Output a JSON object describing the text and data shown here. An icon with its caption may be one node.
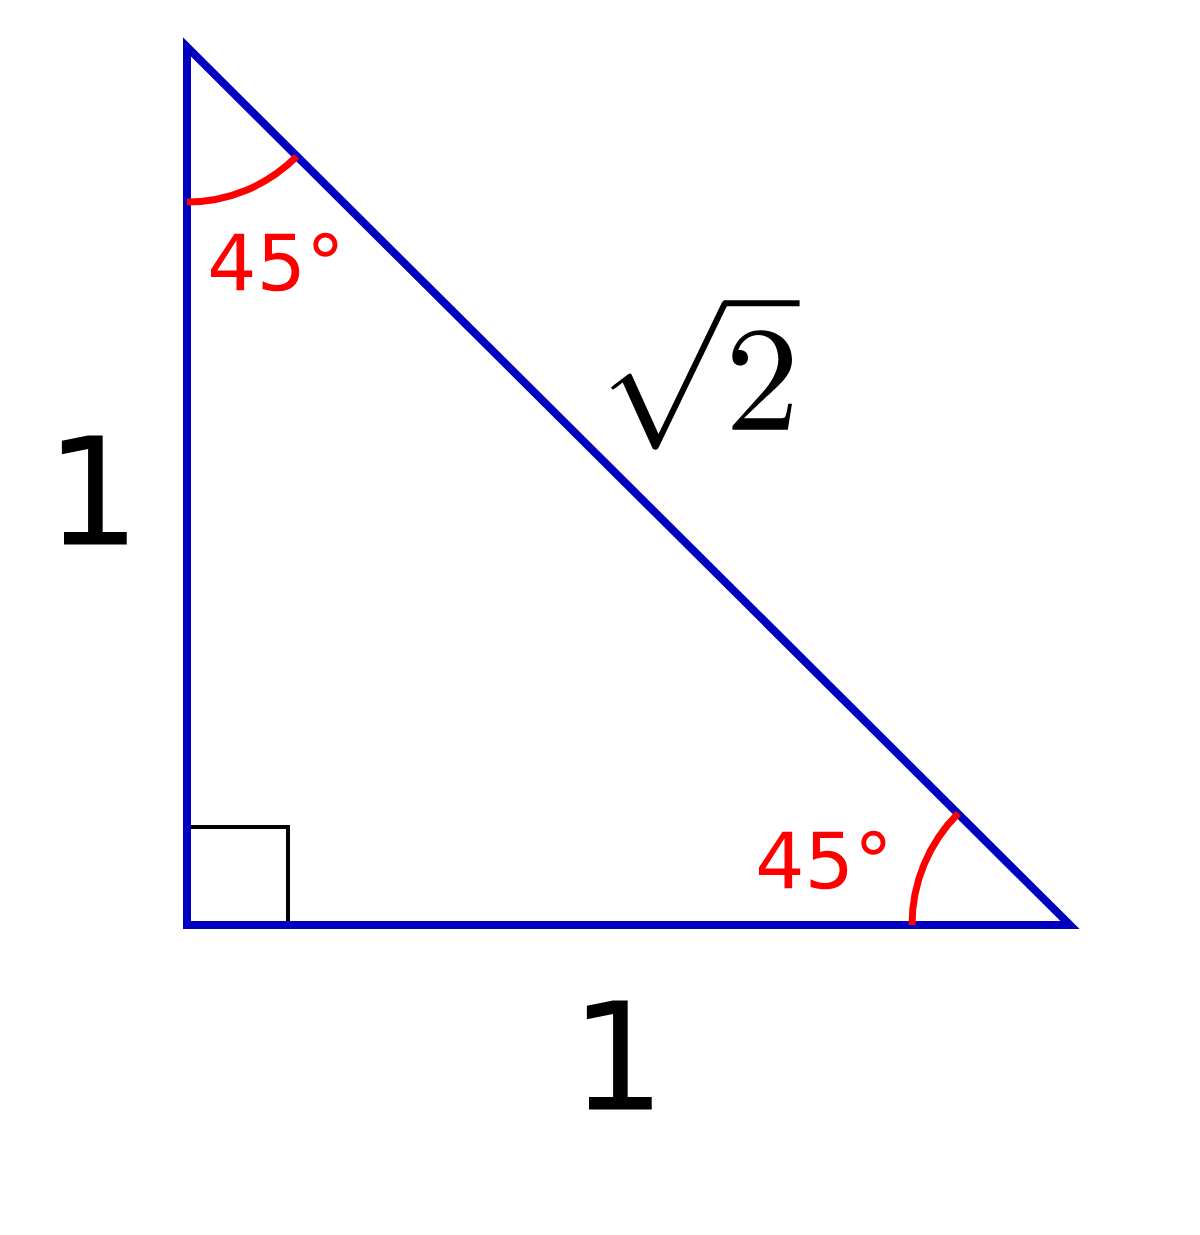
{
  "diagram": {
    "labels": [
      "45°",
      "\\sqrt{2}",
      "1",
      "45°",
      "1"
    ]
  }
}
